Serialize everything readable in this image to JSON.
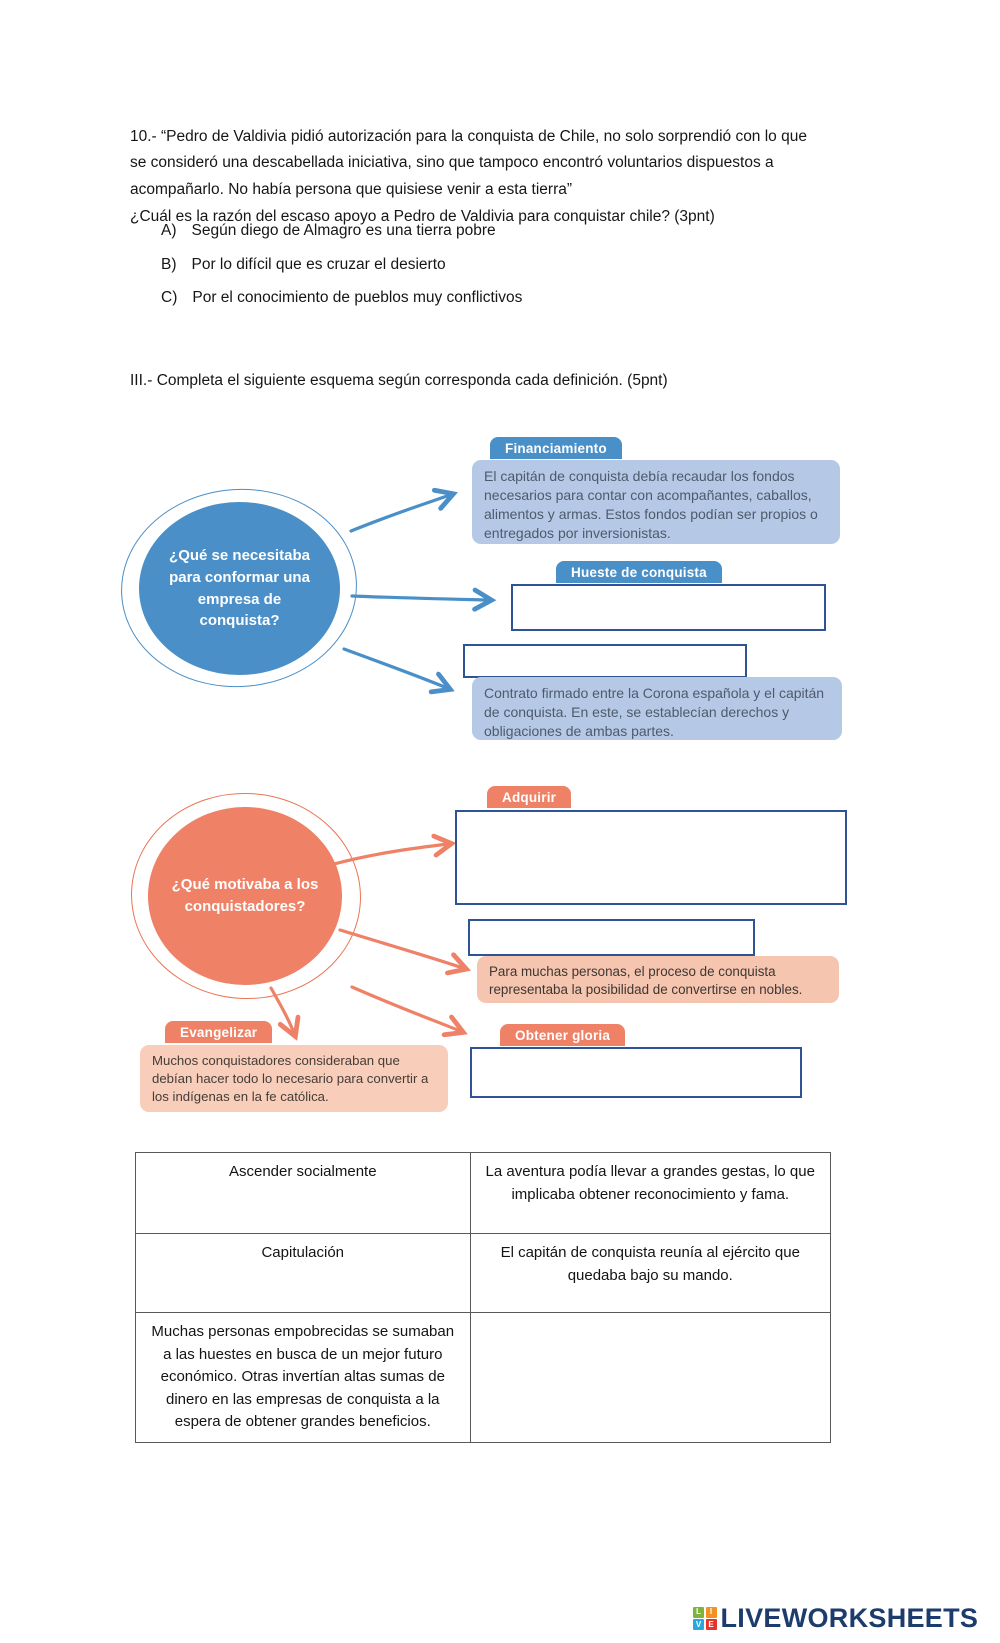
{
  "question10": {
    "text": "10.- “Pedro de Valdivia pidió autorización para la conquista de Chile, no solo sorprendió con lo que se consideró una descabellada iniciativa, sino que tampoco encontró voluntarios dispuestos a acompañarlo. No había persona que quisiese venir a esta tierra”",
    "prompt": "¿Cuál es la razón del escaso apoyo a Pedro de Valdivia para conquistar chile? (3pnt)",
    "options": [
      {
        "letter": "A)",
        "text": "Según diego de Almagro es una tierra pobre"
      },
      {
        "letter": "B)",
        "text": "Por lo difícil que es cruzar el desierto"
      },
      {
        "letter": "C)",
        "text": "Por el conocimiento de pueblos muy conflictivos"
      }
    ]
  },
  "section3": {
    "title": "III.- Completa el siguiente esquema según corresponda cada definición. (5pnt)"
  },
  "diagram_blue": {
    "circle_question": "¿Qué se necesitaba para conformar una empresa de conquista?",
    "financiamiento": {
      "label": "Financiamiento",
      "description": "El capitán de conquista debía recaudar los fondos necesarios para contar con acompañantes, caballos, alimentos y armas. Estos fondos podían ser propios o entregados por inversionistas."
    },
    "hueste": {
      "label": "Hueste de conquista"
    },
    "capitulacion": {
      "description": "Contrato firmado entre la Corona española y el capitán de conquista. En este, se establecían derechos y obligaciones de ambas partes."
    }
  },
  "diagram_orange": {
    "circle_question": "¿Qué motivaba a los conquistadores?",
    "adquirir": {
      "label": "Adquirir"
    },
    "ascender": {
      "description": "Para muchas personas, el proceso de conquista representaba la posibilidad de convertirse en nobles."
    },
    "evangelizar": {
      "label": "Evangelizar",
      "description": "Muchos conquistadores consideraban que debían hacer todo lo necesario para convertir a los indígenas en la fe católica."
    },
    "obtener_gloria": {
      "label": "Obtener gloria"
    }
  },
  "answer_table": {
    "rows": [
      {
        "left": "Ascender socialmente",
        "right": "La aventura podía llevar a grandes gestas, lo que implicaba obtener reconocimiento y fama."
      },
      {
        "left": "Capitulación",
        "right": "El capitán de conquista reunía al ejército que quedaba bajo su mando."
      },
      {
        "left": "Muchas personas empobrecidas se sumaban a las huestes en busca de un mejor futuro económico. Otras invertían altas sumas de dinero en las empresas de conquista a la espera de obtener grandes beneficios.",
        "right": ""
      }
    ]
  },
  "footer": {
    "logo_text": "LIVEWORKSHEETS",
    "logo_tiles": [
      {
        "letter": "L",
        "color": "#7fb43c"
      },
      {
        "letter": "I",
        "color": "#f59120"
      },
      {
        "letter": "V",
        "color": "#29a8df"
      },
      {
        "letter": "E",
        "color": "#e8332a"
      }
    ]
  },
  "colors": {
    "blue_accent": "#4a8fc7",
    "blue_header": "#4a90c8",
    "blue_note_bg": "#b5c9e7",
    "orange_accent": "#ee8166",
    "orange_note_bg": "#f8cdb9",
    "answer_box_border": "#2f5496",
    "logo_navy": "#1d3c6e"
  }
}
